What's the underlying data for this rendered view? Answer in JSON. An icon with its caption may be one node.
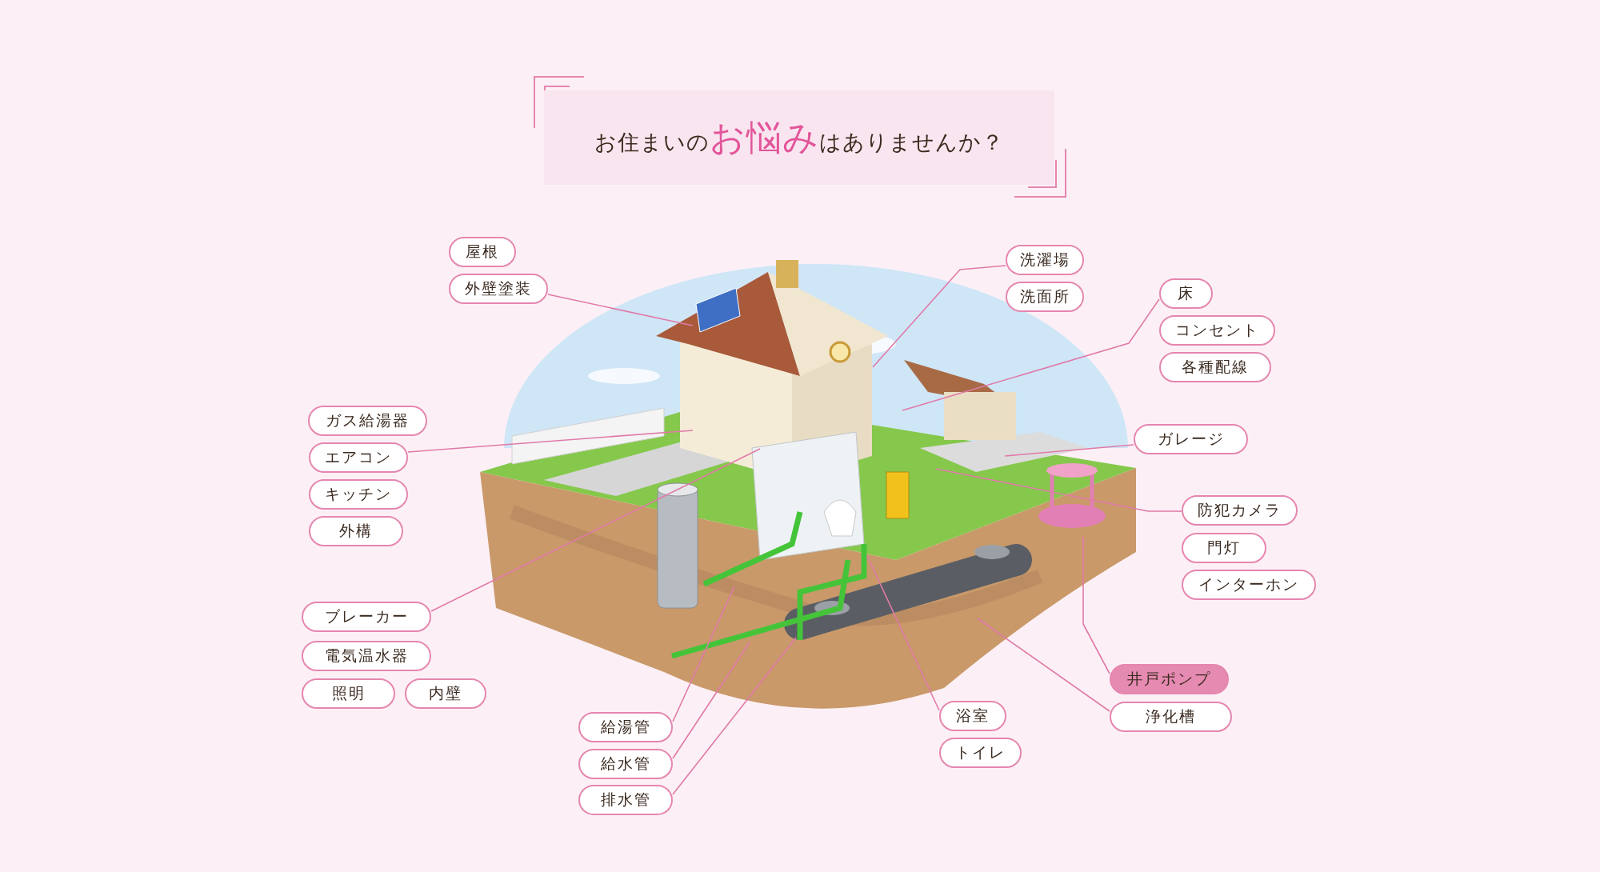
{
  "diagram": {
    "title": "お住まいの**お悩み**はありませんか？",
    "nodes": [
      {
        "text": [
          "屋根"
        ]
      },
      {
        "text": [
          "外壁塗装"
        ]
      },
      {
        "text": [
          "ガス給湯器"
        ]
      },
      {
        "text": [
          "エアコン"
        ]
      },
      {
        "text": [
          "キッチン"
        ]
      },
      {
        "text": [
          "外構"
        ]
      },
      {
        "text": [
          "ブレーカー"
        ]
      },
      {
        "text": [
          "電気温水器"
        ]
      },
      {
        "text": [
          "照明"
        ]
      },
      {
        "text": [
          "内壁"
        ]
      },
      {
        "text": [
          "給湯管"
        ]
      },
      {
        "text": [
          "給水管"
        ]
      },
      {
        "text": [
          "排水管"
        ]
      },
      {
        "text": [
          "洗濯場"
        ]
      },
      {
        "text": [
          "洗面所"
        ]
      },
      {
        "text": [
          "床"
        ]
      },
      {
        "text": [
          "コンセント"
        ]
      },
      {
        "text": [
          "各種配線"
        ]
      },
      {
        "text": [
          "ガレージ"
        ]
      },
      {
        "text": [
          "防犯カメラ"
        ]
      },
      {
        "text": [
          "門灯"
        ]
      },
      {
        "text": [
          "インターホン"
        ]
      },
      {
        "text": [
          "井戸ポンプ"
        ]
      },
      {
        "text": [
          "浄化槽"
        ]
      },
      {
        "text": [
          "浴室"
        ]
      },
      {
        "text": [
          "トイレ"
        ]
      }
    ],
    "edges": [
      {
        "from": 1,
        "to": null,
        "arrow": "none"
      },
      {
        "from": 3,
        "to": null,
        "arrow": "none"
      },
      {
        "from": 6,
        "to": null,
        "arrow": "none"
      },
      {
        "from": 10,
        "to": null,
        "arrow": "none"
      },
      {
        "from": 11,
        "to": null,
        "arrow": "none"
      },
      {
        "from": 12,
        "to": null,
        "arrow": "none"
      },
      {
        "from": 13,
        "to": null,
        "arrow": "none"
      },
      {
        "from": 15,
        "to": null,
        "arrow": "none"
      },
      {
        "from": 18,
        "to": null,
        "arrow": "none"
      },
      {
        "from": 19,
        "to": null,
        "arrow": "none"
      },
      {
        "from": 22,
        "to": null,
        "arrow": "none"
      },
      {
        "from": 23,
        "to": null,
        "arrow": "none"
      },
      {
        "from": 24,
        "to": null,
        "arrow": "none"
      }
    ]
  }
}
